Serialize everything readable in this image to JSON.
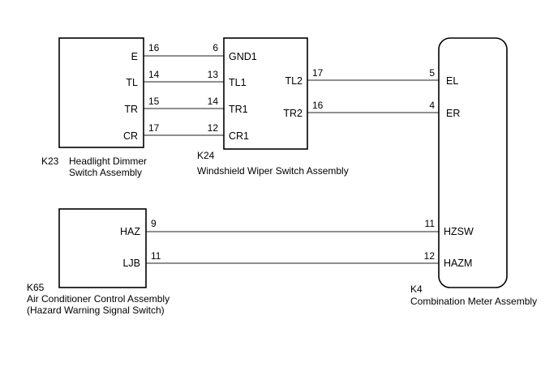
{
  "components": {
    "k23": {
      "code": "K23",
      "name_line1": "Headlight Dimmer",
      "name_line2": "Switch Assembly",
      "terminals": [
        "E",
        "TL",
        "TR",
        "CR"
      ]
    },
    "k24": {
      "code": "K24",
      "name": "Windshield Wiper Switch Assembly",
      "left_terminals": [
        "GND1",
        "TL1",
        "TR1",
        "CR1"
      ],
      "right_terminals": [
        "TL2",
        "TR2"
      ]
    },
    "k65": {
      "code": "K65",
      "name_line1": "Air Conditioner Control Assembly",
      "name_line2": "(Hazard Warning Signal Switch)",
      "terminals": [
        "HAZ",
        "LJB"
      ]
    },
    "k4": {
      "code": "K4",
      "name": "Combination Meter Assembly",
      "terminals": [
        "EL",
        "ER",
        "HZSW",
        "HAZM"
      ]
    }
  },
  "wires": {
    "e_gnd1": {
      "from_pin": "16",
      "to_pin": "6"
    },
    "tl_tl1": {
      "from_pin": "14",
      "to_pin": "13"
    },
    "tr_tr1": {
      "from_pin": "15",
      "to_pin": "14"
    },
    "cr_cr1": {
      "from_pin": "17",
      "to_pin": "12"
    },
    "tl2_el": {
      "from_pin": "17",
      "to_pin": "5"
    },
    "tr2_er": {
      "from_pin": "16",
      "to_pin": "4"
    },
    "haz_hzsw": {
      "from_pin": "9",
      "to_pin": "11"
    },
    "ljb_hazm": {
      "from_pin": "11",
      "to_pin": "12"
    }
  }
}
